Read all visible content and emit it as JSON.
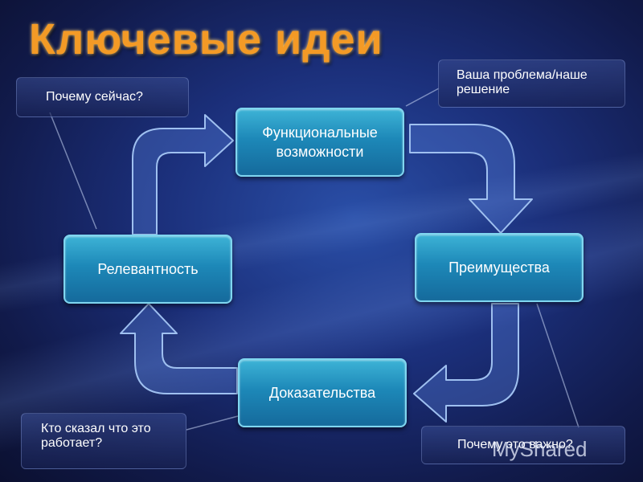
{
  "title": "Ключевые идеи",
  "nodes": {
    "functional": "Функциональные возможности",
    "advantages": "Преимущества",
    "evidence": "Доказательства",
    "relevance": "Релевантность"
  },
  "callouts": {
    "why_now": "Почему сейчас?",
    "problem_solution": "Ваша проблема/наше решение",
    "who_said": "Кто сказал что это работает?",
    "why_important": "Почему это важно?"
  },
  "watermark": "MyShared",
  "colors": {
    "title": "#f39a26",
    "node_fill": "#1d88b8",
    "node_border": "#7fd6f0",
    "background": "#1b2f7a"
  }
}
